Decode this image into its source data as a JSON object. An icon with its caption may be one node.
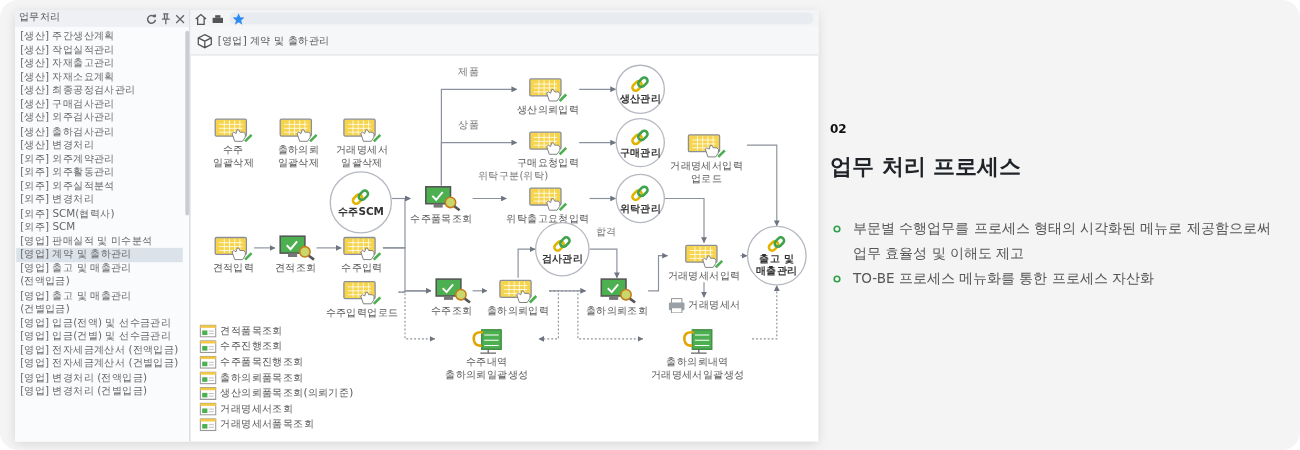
{
  "diagram": {
    "title": "업무 처리 프로세스",
    "nodes": [
      {
        "text": [
          "수주 일괄삭제"
        ]
      },
      {
        "text": [
          "출하의뢰 일괄삭제"
        ]
      },
      {
        "text": [
          "거래명세서 일괄삭제"
        ]
      },
      {
        "text": [
          "수주SCM"
        ]
      },
      {
        "text": [
          "견적입력"
        ]
      },
      {
        "text": [
          "견적조회"
        ]
      },
      {
        "text": [
          "수주입력"
        ]
      },
      {
        "text": [
          "수주입력업로드"
        ]
      },
      {
        "text": [
          "수주품목조회"
        ]
      },
      {
        "text": [
          "생산의뢰입력"
        ]
      },
      {
        "text": [
          "구매요청입력"
        ]
      },
      {
        "text": [
          "위탁출고요청입력"
        ]
      },
      {
        "text": [
          "생산관리"
        ]
      },
      {
        "text": [
          "구매관리"
        ]
      },
      {
        "text": [
          "위탁관리"
        ]
      },
      {
        "text": [
          "수주조회"
        ]
      },
      {
        "text": [
          "출하의뢰입력"
        ]
      },
      {
        "text": [
          "검사관리"
        ]
      },
      {
        "text": [
          "출하의뢰조회"
        ]
      },
      {
        "text": [
          "거래명세서입력 업로드"
        ]
      },
      {
        "text": [
          "거래명세서입력"
        ]
      },
      {
        "text": [
          "거래명세서"
        ]
      },
      {
        "text": [
          "출고 및 매출관리"
        ]
      },
      {
        "text": [
          "수주내역 출하의뢰일괄생성"
        ]
      },
      {
        "text": [
          "출하의뢰내역 거래명세서일괄생성"
        ]
      }
    ],
    "edges": [
      {
        "from": 4,
        "to": 5,
        "arrow": "to"
      },
      {
        "from": 5,
        "to": 6,
        "arrow": "to"
      },
      {
        "from": 3,
        "to": 8,
        "arrow": "to"
      },
      {
        "from": 6,
        "to": 8,
        "arrow": "to"
      },
      {
        "from": 6,
        "to": 15,
        "arrow": "to"
      },
      {
        "from": 7,
        "to": 15,
        "arrow": "to"
      },
      {
        "from": 8,
        "to": 9,
        "arrow": "to",
        "label": "제품"
      },
      {
        "from": 8,
        "to": 10,
        "arrow": "to",
        "label": "상품"
      },
      {
        "from": 8,
        "to": 11,
        "arrow": "to",
        "label": "위탁구분(위탁)"
      },
      {
        "from": 9,
        "to": 12,
        "arrow": "to"
      },
      {
        "from": 10,
        "to": 13,
        "arrow": "to"
      },
      {
        "from": 11,
        "to": 14,
        "arrow": "to"
      },
      {
        "from": 14,
        "to": 20,
        "arrow": "to"
      },
      {
        "from": 19,
        "to": 22,
        "arrow": "to"
      },
      {
        "from": 15,
        "to": 16,
        "arrow": "to"
      },
      {
        "from": 16,
        "to": 17,
        "arrow": "to"
      },
      {
        "from": 17,
        "to": 18,
        "arrow": "to",
        "label": "합격"
      },
      {
        "from": 16,
        "to": 18,
        "arrow": "to"
      },
      {
        "from": 18,
        "to": 20,
        "arrow": "to"
      },
      {
        "from": 20,
        "to": 22,
        "arrow": "to"
      },
      {
        "from": 20,
        "to": 21,
        "arrow": "to"
      },
      {
        "from": 7,
        "to": 23,
        "arrow": "to",
        "style": "dashed"
      },
      {
        "from": 16,
        "to": 23,
        "arrow": "to",
        "style": "dashed"
      },
      {
        "from": 16,
        "to": 24,
        "arrow": "to",
        "style": "dashed"
      },
      {
        "from": 24,
        "to": 22,
        "arrow": "to",
        "style": "dashed"
      }
    ],
    "labels": [
      "업무처리",
      "[생산] 주간생산계획",
      "[생산] 작업실적관리",
      "[생산] 자재출고관리",
      "[생산] 자재소요계획",
      "[생산] 최종공정검사관리",
      "[생산] 구매검사관리",
      "[생산] 외주검사관리",
      "[생산] 출하검사관리",
      "[생산] 변경처리",
      "[외주] 외주계약관리",
      "[외주] 외주활동관리",
      "[외주] 외주실적분석",
      "[외주] 변경처리",
      "[외주] SCM(협력사)",
      "[외주] SCM",
      "[영업] 판매실적 및 미수분석",
      "[영업] 계약 및 출하관리",
      "[영업] 출고 및 매출관리 (전액입금)",
      "[영업] 출고 및 매출관리 (건별입금)",
      "[영업] 입금(전액) 및 선수금관리",
      "[영업] 입금(건별) 및 선수금관리",
      "[영업] 전자세금계산서 (전액입금)",
      "[영업] 전자세금계산서 (건별입금)",
      "[영업] 변경처리 (전액입금)",
      "[영업] 변경처리 (건별입금)",
      "[영업] 계약 및 출하관리",
      "견적품목조회",
      "수주진행조회",
      "수주품목진행조회",
      "출하의뢰품목조회",
      "생산의뢰품목조회(의뢰기준)",
      "거래명세서조회",
      "거래명세서품목조회",
      "02",
      "부문별 수행업무를 프로세스 형태의 시각화된 메뉴로 제공함으로써 업무 효율성 및 이해도 제고",
      "TO-BE 프로세스 메뉴화를 통한 프로세스 자산화"
    ]
  }
}
